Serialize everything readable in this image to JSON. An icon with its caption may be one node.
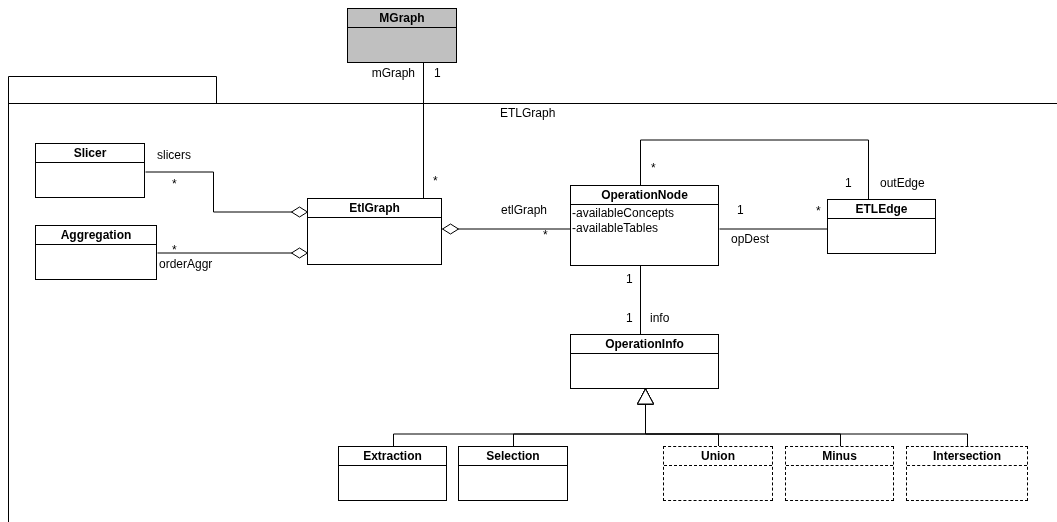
{
  "diagram": {
    "nodes": [
      {
        "text": [
          "MGraph"
        ]
      },
      {
        "text": [
          "ETLGraph"
        ]
      },
      {
        "text": [
          "Slicer"
        ],
        "in": 1
      },
      {
        "text": [
          "Aggregation"
        ],
        "in": 1
      },
      {
        "text": [
          "EtlGraph"
        ],
        "in": 1
      },
      {
        "text": [
          "OperationNode",
          "-availableConcepts",
          "-availableTables"
        ],
        "in": 1
      },
      {
        "text": [
          "ETLEdge"
        ],
        "in": 1
      },
      {
        "text": [
          "OperationInfo"
        ],
        "in": 1
      },
      {
        "text": [
          "Extraction"
        ],
        "in": 1
      },
      {
        "text": [
          "Selection"
        ],
        "in": 1
      },
      {
        "text": [
          "Union"
        ],
        "in": 1
      },
      {
        "text": [
          "Minus"
        ],
        "in": 1
      },
      {
        "text": [
          "Intersection"
        ],
        "in": 1
      }
    ],
    "edges": [
      {
        "from": 0,
        "to": 4,
        "arrow": "none"
      },
      {
        "from": 2,
        "to": 4,
        "arrow": "other"
      },
      {
        "from": 3,
        "to": 4,
        "arrow": "other"
      },
      {
        "from": 5,
        "to": 4,
        "arrow": "other"
      },
      {
        "from": 5,
        "to": 6,
        "arrow": "none"
      },
      {
        "from": 5,
        "to": 6,
        "arrow": "none"
      },
      {
        "from": 5,
        "to": 7,
        "arrow": "none"
      },
      {
        "from": 8,
        "to": 7,
        "arrow": "to"
      },
      {
        "from": 9,
        "to": 7,
        "arrow": "to"
      },
      {
        "from": 10,
        "to": 7,
        "arrow": "to"
      },
      {
        "from": 11,
        "to": 7,
        "arrow": "to"
      },
      {
        "from": 12,
        "to": 7,
        "arrow": "to"
      }
    ],
    "labels": [
      "mGraph",
      "1",
      "slicers",
      "*",
      "*",
      "*",
      "1",
      "outEdge",
      "etlGraph",
      "1",
      "*",
      "*",
      "opDest",
      "*",
      "orderAggr",
      "1",
      "1",
      "info"
    ]
  }
}
